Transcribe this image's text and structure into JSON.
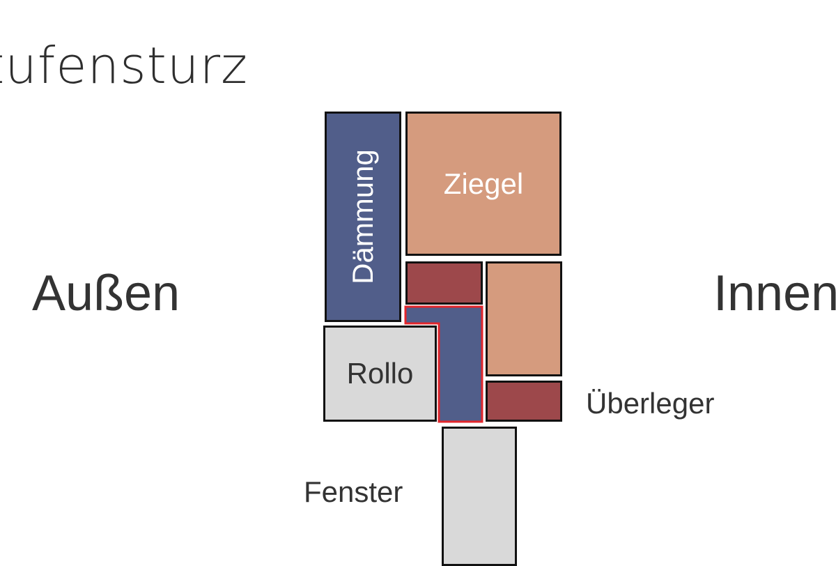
{
  "title": "tufensturz",
  "sides": {
    "outside": "Außen",
    "inside": "Innen"
  },
  "blocks": {
    "daemmung": {
      "label": "Dämmung"
    },
    "ziegel": {
      "label": "Ziegel"
    },
    "rollo": {
      "label": "Rollo"
    }
  },
  "labels": {
    "ueberleger": "Überleger",
    "fenster": "Fenster"
  },
  "colors": {
    "insulation": "#515e8a",
    "brick": "#d59b7e",
    "lintel": "#9d484b",
    "shutter": "#d9d9d9",
    "window": "#d9d9d9",
    "highlight_outline": "#e2262b",
    "outline": "#111111"
  }
}
